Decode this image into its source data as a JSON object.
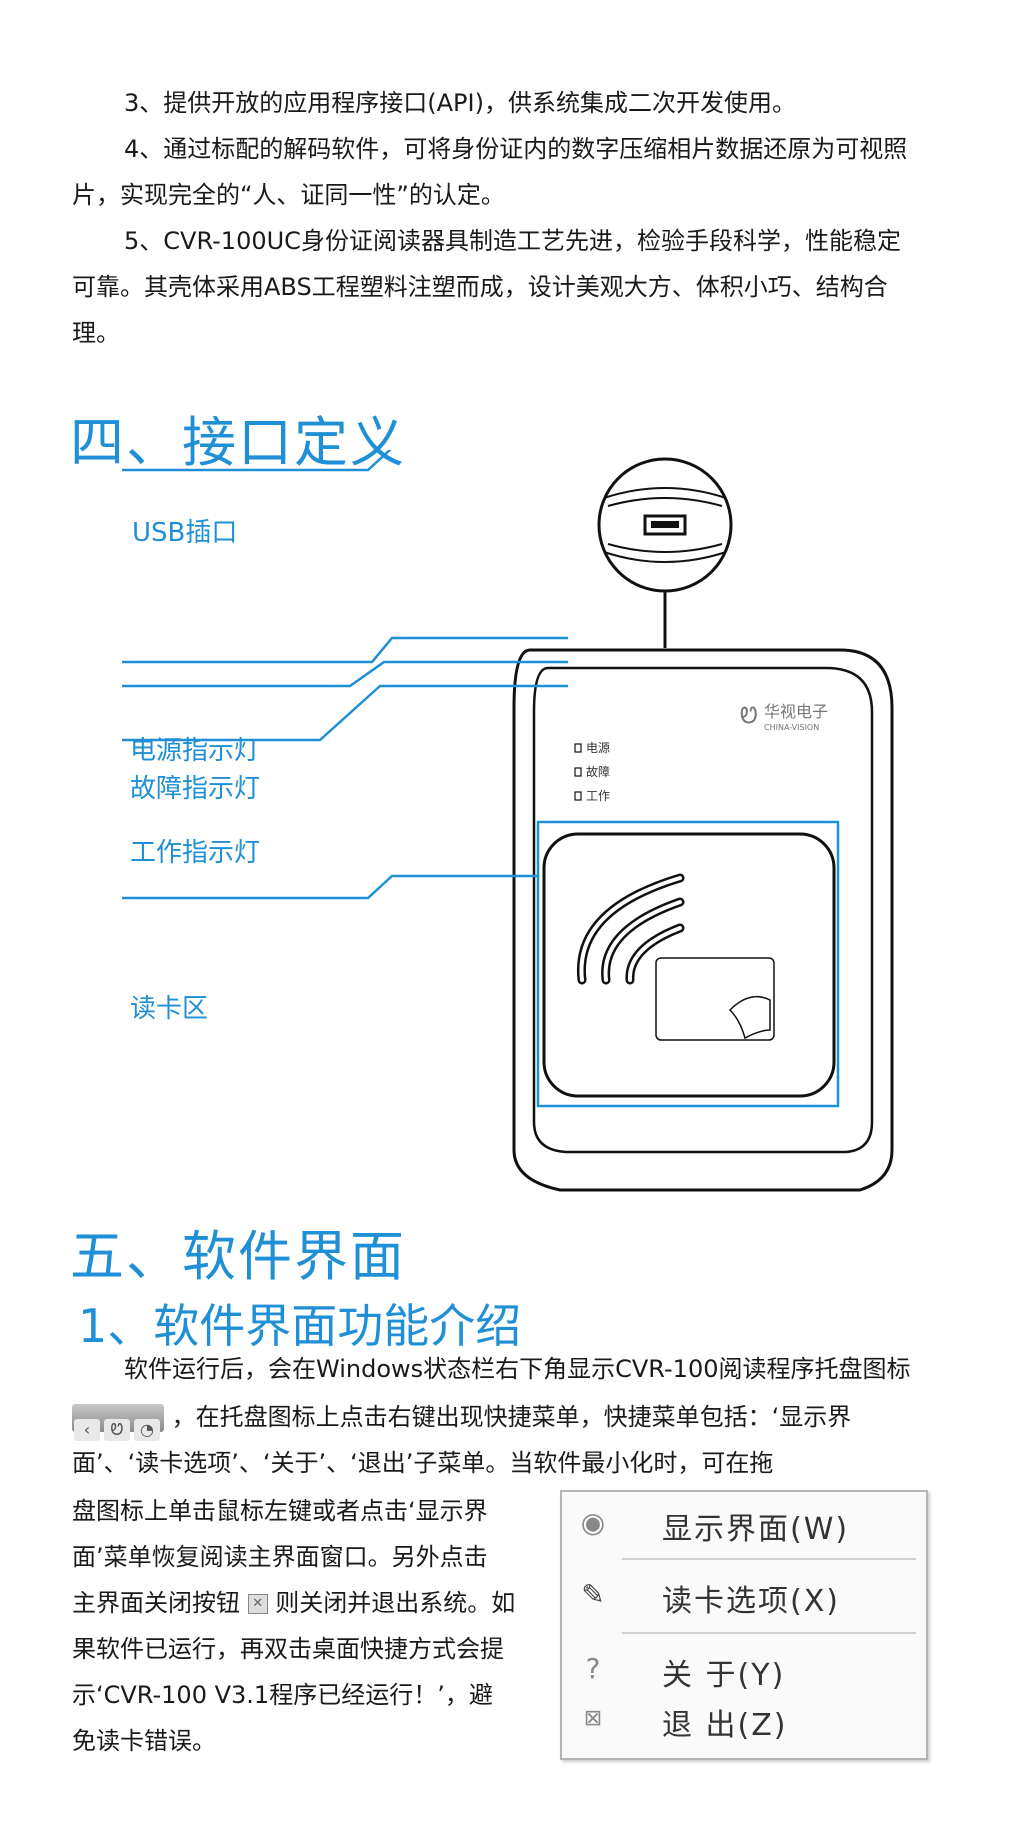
{
  "paragraphs": {
    "p3": "3、提供开放的应用程序接口(API)，供系统集成二次开发使用。",
    "p4_line1": "4、通过标配的解码软件，可将身份证内的数字压缩相片数据还原为可视照",
    "p4_line2": "片，实现完全的“人、证同一性”的认定。",
    "p5_line1": "5、CVR-100UC身份证阅读器具制造工艺先进，检验手段科学，性能稳定",
    "p5_line2": "可靠。其壳体采用ABS工程塑料注塑而成，设计美观大方、体积小巧、结构合",
    "p5_line3": "理。"
  },
  "section4": {
    "title": "四、接口定义",
    "callouts": {
      "usb": "USB插口",
      "power": "电源指示灯",
      "fault": "故障指示灯",
      "work": "工作指示灯",
      "reader": "读卡区"
    },
    "device_labels": {
      "power": "电源",
      "fault": "故障",
      "work": "工作",
      "brand": "华视电子",
      "brand_en": "CHINA-VISION"
    }
  },
  "section5": {
    "title": "五、软件界面",
    "subtitle": "1、软件界面功能介绍",
    "intro_line1": "软件运行后，会在Windows状态栏右下角显示CVR-100阅读程序托盘图标",
    "intro_line2": "，在托盘图标上点击右键出现快捷菜单，快捷菜单包括：‘显示界",
    "intro_line3": "面’、‘读卡选项’、‘关于’、‘退出’子菜单。当软件最小化时，可在拖",
    "left_line1": "盘图标上单击鼠标左键或者点击‘显示界",
    "left_line2": "面’菜单恢复阅读主界面窗口。另外点击",
    "left_line3a": "主界面关闭按钮",
    "left_line3b": "则关闭并退出系统。如",
    "left_line4": "果软件已运行，再双击桌面快捷方式会提",
    "left_line5": "示‘CVR-100 V3.1程序已经运行！’，避",
    "left_line6": "免读卡错误。"
  },
  "context_menu": {
    "items": [
      {
        "label": "显示界面(W)",
        "icon": "display-icon"
      },
      {
        "label": "读卡选项(X)",
        "icon": "card-options-icon"
      },
      {
        "label": "关 于(Y)",
        "icon": "help-icon"
      },
      {
        "label": "退 出(Z)",
        "icon": "exit-icon"
      }
    ]
  },
  "colors": {
    "accent": "#1f8fd6",
    "text": "#1a1a1a"
  }
}
